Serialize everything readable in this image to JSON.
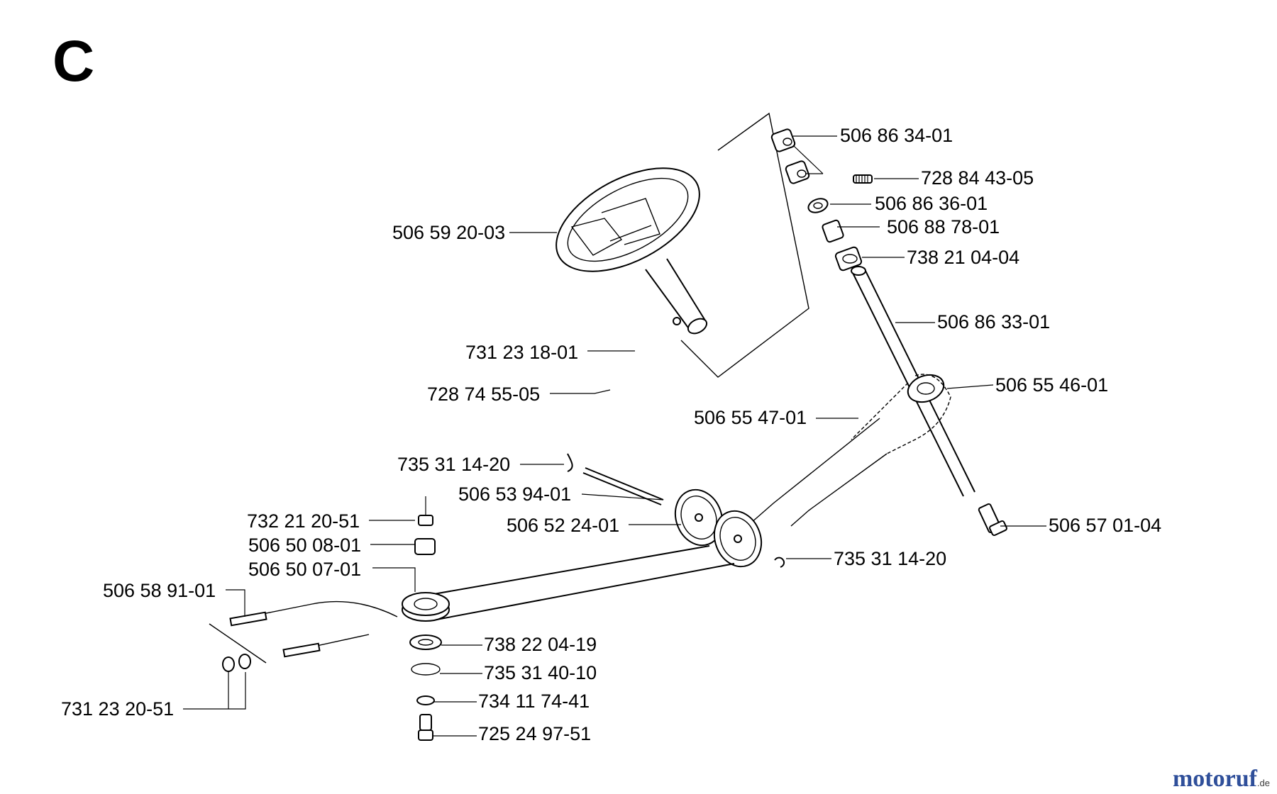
{
  "section_letter": "C",
  "watermark": {
    "main": "motoruf",
    "tld": ".de",
    "color_main": "#2f4f9a",
    "color_dot": "#c8282e"
  },
  "parts": [
    {
      "id": "p1",
      "number": "506 86 34-01"
    },
    {
      "id": "p2",
      "number": "728 84 43-05"
    },
    {
      "id": "p3",
      "number": "506 86 36-01"
    },
    {
      "id": "p4",
      "number": "506 88 78-01"
    },
    {
      "id": "p5",
      "number": "738 21 04-04"
    },
    {
      "id": "p6",
      "number": "506 86 33-01"
    },
    {
      "id": "p7",
      "number": "506 55 46-01"
    },
    {
      "id": "p8",
      "number": "506 55 47-01"
    },
    {
      "id": "p9",
      "number": "506 59 20-03"
    },
    {
      "id": "p10",
      "number": "731 23 18-01"
    },
    {
      "id": "p11",
      "number": "728 74 55-05"
    },
    {
      "id": "p12",
      "number": "735 31 14-20"
    },
    {
      "id": "p13",
      "number": "506 53 94-01"
    },
    {
      "id": "p14",
      "number": "506 52 24-01"
    },
    {
      "id": "p15",
      "number": "506 57 01-04"
    },
    {
      "id": "p16",
      "number": "735 31 14-20"
    },
    {
      "id": "p17",
      "number": "732 21 20-51"
    },
    {
      "id": "p18",
      "number": "506 50 08-01"
    },
    {
      "id": "p19",
      "number": "506 50 07-01"
    },
    {
      "id": "p20",
      "number": "506 58 91-01"
    },
    {
      "id": "p21",
      "number": "738 22 04-19"
    },
    {
      "id": "p22",
      "number": "735 31 40-10"
    },
    {
      "id": "p23",
      "number": "734 11 74-41"
    },
    {
      "id": "p24",
      "number": "725 24 97-51"
    },
    {
      "id": "p25",
      "number": "731 23 20-51"
    }
  ]
}
